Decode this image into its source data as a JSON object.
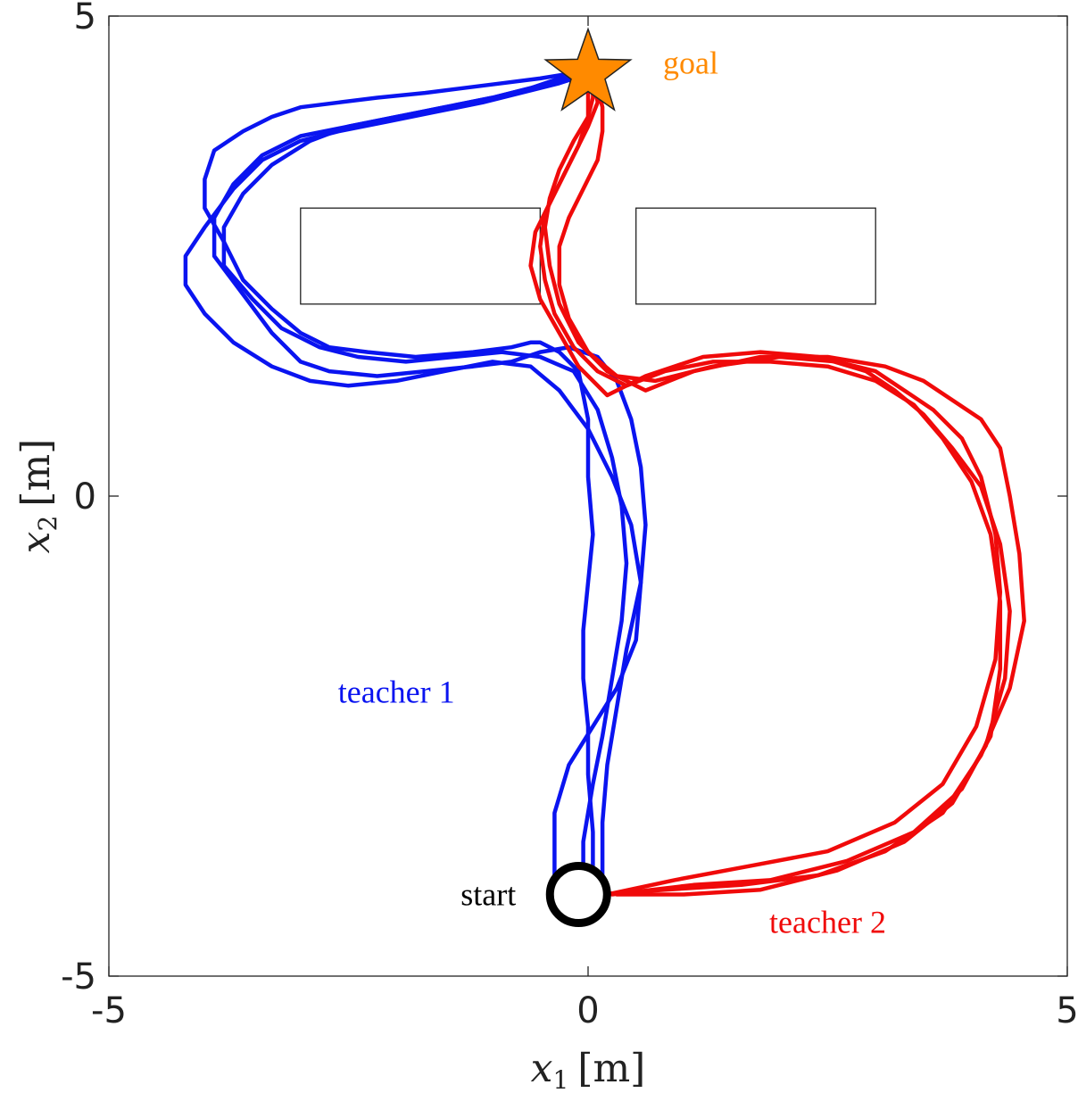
{
  "chart_data": {
    "type": "line",
    "title": "",
    "xlabel": {
      "var": "x",
      "sub": "1",
      "unit": "[m]"
    },
    "ylabel": {
      "var": "x",
      "sub": "2",
      "unit": "[m]"
    },
    "xlim": [
      -5,
      5
    ],
    "ylim": [
      -5,
      5
    ],
    "xticks": [
      -5,
      0,
      5
    ],
    "yticks": [
      -5,
      0,
      5
    ],
    "grid": false,
    "colors": {
      "teacher1": "#0a14f0",
      "teacher2": "#f00a0a",
      "goal": "#ff8a00",
      "start": "#000000"
    },
    "obstacles": [
      {
        "x0": -3.0,
        "x1": -0.5,
        "y0": 2.0,
        "y1": 3.0
      },
      {
        "x0": 0.5,
        "x1": 3.0,
        "y0": 2.0,
        "y1": 3.0
      }
    ],
    "goal": {
      "x": 0.0,
      "y": 4.4,
      "label": "goal"
    },
    "start": {
      "x": -0.1,
      "y": -4.15,
      "label": "start"
    },
    "annotations": [
      {
        "text": "teacher 1",
        "x": -2.0,
        "y": -2.15,
        "color": "#0a14f0"
      },
      {
        "text": "teacher 2",
        "x": 2.5,
        "y": -4.55,
        "color": "#f00a0a"
      }
    ],
    "series": [
      {
        "group": "teacher1",
        "x": [
          0.05,
          0.05,
          0.0,
          0.0,
          -0.05,
          -0.05,
          0.0,
          0.05,
          0.0,
          0.0,
          -0.1,
          -0.3,
          -0.5,
          -0.6,
          -0.8,
          -1.2,
          -1.8,
          -2.3,
          -2.7,
          -3.0,
          -3.3,
          -3.6,
          -3.8,
          -4.0,
          -4.0,
          -3.9,
          -3.6,
          -3.3,
          -3.0,
          -2.6,
          -2.2,
          -1.7,
          -1.3,
          -0.9,
          -0.5,
          -0.2,
          0.0
        ],
        "y": [
          -4.15,
          -3.5,
          -2.9,
          -2.4,
          -1.9,
          -1.4,
          -0.9,
          -0.4,
          0.2,
          0.8,
          1.3,
          1.5,
          1.6,
          1.6,
          1.55,
          1.5,
          1.45,
          1.5,
          1.55,
          1.7,
          1.95,
          2.25,
          2.65,
          3.0,
          3.3,
          3.6,
          3.8,
          3.95,
          4.05,
          4.1,
          4.15,
          4.2,
          4.25,
          4.3,
          4.35,
          4.4,
          4.4
        ]
      },
      {
        "group": "teacher1",
        "x": [
          0.15,
          0.15,
          0.2,
          0.3,
          0.4,
          0.55,
          0.6,
          0.55,
          0.45,
          0.3,
          0.1,
          -0.2,
          -0.5,
          -0.8,
          -1.2,
          -1.7,
          -2.2,
          -2.7,
          -3.0,
          -3.3,
          -3.6,
          -3.9,
          -3.9,
          -3.7,
          -3.4,
          -3.0,
          -2.5,
          -2.0,
          -1.5,
          -1.0,
          -0.6,
          -0.3,
          -0.1
        ],
        "y": [
          -4.15,
          -3.4,
          -2.8,
          -2.2,
          -1.6,
          -0.9,
          -0.3,
          0.3,
          0.8,
          1.2,
          1.45,
          1.55,
          1.5,
          1.4,
          1.35,
          1.3,
          1.25,
          1.3,
          1.4,
          1.7,
          2.1,
          2.5,
          2.9,
          3.25,
          3.55,
          3.75,
          3.85,
          3.95,
          4.05,
          4.15,
          4.25,
          4.35,
          4.4
        ]
      },
      {
        "group": "teacher1",
        "x": [
          -0.35,
          -0.35,
          -0.2,
          0.05,
          0.3,
          0.5,
          0.55,
          0.45,
          0.25,
          0.0,
          -0.3,
          -0.6,
          -1.0,
          -1.5,
          -2.0,
          -2.5,
          -2.9,
          -3.3,
          -3.7,
          -4.0,
          -4.2,
          -4.2,
          -4.0,
          -3.7,
          -3.4,
          -3.0,
          -2.6,
          -2.1,
          -1.6,
          -1.1,
          -0.7,
          -0.3,
          0.0
        ],
        "y": [
          -4.15,
          -3.3,
          -2.8,
          -2.4,
          -2.0,
          -1.5,
          -0.9,
          -0.3,
          0.2,
          0.7,
          1.1,
          1.35,
          1.4,
          1.3,
          1.2,
          1.15,
          1.2,
          1.35,
          1.6,
          1.9,
          2.2,
          2.5,
          2.8,
          3.2,
          3.5,
          3.7,
          3.8,
          3.9,
          4.0,
          4.1,
          4.2,
          4.3,
          4.4
        ]
      },
      {
        "group": "teacher1",
        "x": [
          -0.05,
          -0.05,
          0.05,
          0.15,
          0.25,
          0.35,
          0.4,
          0.35,
          0.25,
          0.1,
          -0.15,
          -0.5,
          -0.9,
          -1.4,
          -1.9,
          -2.4,
          -2.8,
          -3.2,
          -3.5,
          -3.8,
          -3.8,
          -3.6,
          -3.3,
          -2.9,
          -2.5,
          -2.0,
          -1.5,
          -1.0,
          -0.6,
          -0.2,
          0.0
        ],
        "y": [
          -4.15,
          -3.6,
          -3.0,
          -2.5,
          -1.9,
          -1.3,
          -0.7,
          -0.1,
          0.4,
          0.9,
          1.3,
          1.45,
          1.5,
          1.45,
          1.4,
          1.45,
          1.55,
          1.75,
          2.05,
          2.4,
          2.8,
          3.15,
          3.45,
          3.7,
          3.85,
          3.95,
          4.05,
          4.15,
          4.25,
          4.35,
          4.4
        ]
      },
      {
        "group": "teacher2",
        "x": [
          0.1,
          0.8,
          1.6,
          2.4,
          3.1,
          3.7,
          4.1,
          4.4,
          4.55,
          4.5,
          4.4,
          4.3,
          4.1,
          3.8,
          3.5,
          3.1,
          2.5,
          1.8,
          1.1,
          0.6,
          0.2,
          -0.1,
          -0.3,
          -0.4,
          -0.45,
          -0.4,
          -0.3,
          -0.15,
          0.0,
          0.05,
          0.05
        ],
        "y": [
          -4.15,
          -4.1,
          -4.05,
          -3.95,
          -3.7,
          -3.3,
          -2.7,
          -2.0,
          -1.3,
          -0.6,
          0.0,
          0.5,
          0.8,
          1.0,
          1.2,
          1.35,
          1.45,
          1.45,
          1.3,
          1.1,
          1.3,
          1.6,
          2.0,
          2.4,
          2.8,
          3.1,
          3.4,
          3.7,
          3.95,
          4.15,
          4.4
        ]
      },
      {
        "group": "teacher2",
        "x": [
          0.2,
          0.9,
          1.7,
          2.5,
          3.2,
          3.7,
          4.05,
          4.25,
          4.3,
          4.25,
          4.1,
          3.9,
          3.6,
          3.3,
          3.0,
          2.6,
          2.0,
          1.3,
          0.7,
          0.3,
          0.0,
          -0.2,
          -0.3,
          -0.3,
          -0.2,
          -0.05,
          0.1,
          0.15,
          0.15,
          0.1,
          0.05
        ],
        "y": [
          -4.15,
          -4.0,
          -3.85,
          -3.7,
          -3.4,
          -3.0,
          -2.4,
          -1.7,
          -1.0,
          -0.4,
          0.2,
          0.6,
          0.9,
          1.1,
          1.3,
          1.4,
          1.45,
          1.35,
          1.2,
          1.25,
          1.5,
          1.85,
          2.2,
          2.6,
          2.9,
          3.2,
          3.5,
          3.8,
          4.05,
          4.25,
          4.4
        ]
      },
      {
        "group": "teacher2",
        "x": [
          0.3,
          1.0,
          1.8,
          2.6,
          3.3,
          3.8,
          4.15,
          4.35,
          4.4,
          4.3,
          4.1,
          3.8,
          3.5,
          3.2,
          2.9,
          2.4,
          1.8,
          1.2,
          0.6,
          0.2,
          -0.1,
          -0.3,
          -0.5,
          -0.6,
          -0.55,
          -0.4,
          -0.25,
          -0.1,
          0.0,
          0.0
        ],
        "y": [
          -4.15,
          -4.15,
          -4.1,
          -3.9,
          -3.6,
          -3.2,
          -2.6,
          -1.9,
          -1.2,
          -0.5,
          0.1,
          0.5,
          0.85,
          1.1,
          1.3,
          1.45,
          1.5,
          1.45,
          1.25,
          1.05,
          1.35,
          1.7,
          2.05,
          2.4,
          2.75,
          3.05,
          3.35,
          3.65,
          3.95,
          4.4
        ]
      },
      {
        "group": "teacher2",
        "x": [
          0.25,
          1.1,
          1.9,
          2.7,
          3.4,
          3.9,
          4.2,
          4.3,
          4.3,
          4.2,
          4.0,
          3.7,
          3.4,
          3.0,
          2.5,
          1.9,
          1.3,
          0.8,
          0.4,
          0.1,
          -0.15,
          -0.35,
          -0.45,
          -0.5,
          -0.45,
          -0.3,
          -0.15,
          0.0,
          0.1,
          0.05
        ],
        "y": [
          -4.15,
          -4.05,
          -4.0,
          -3.8,
          -3.5,
          -3.05,
          -2.5,
          -1.8,
          -1.1,
          -0.4,
          0.15,
          0.6,
          0.95,
          1.2,
          1.35,
          1.4,
          1.4,
          1.3,
          1.15,
          1.3,
          1.55,
          1.9,
          2.25,
          2.6,
          2.95,
          3.25,
          3.55,
          3.85,
          4.1,
          4.4
        ]
      }
    ]
  }
}
